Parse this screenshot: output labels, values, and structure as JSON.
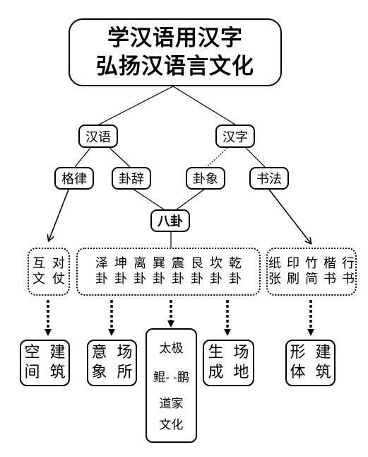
{
  "title": {
    "line1": "学汉语用汉字",
    "line2": "弘扬汉语言文化"
  },
  "level1": {
    "left": "汉语",
    "right": "汉字"
  },
  "level2": {
    "a": "格律",
    "b": "卦辞",
    "c": "卦象",
    "d": "书法"
  },
  "center": "八卦",
  "group_left": {
    "col1": [
      "互",
      "文"
    ],
    "col2": [
      "对",
      "仗"
    ]
  },
  "group_mid": [
    [
      "泽",
      "卦"
    ],
    [
      "坤",
      "卦"
    ],
    [
      "离",
      "卦"
    ],
    [
      "巽",
      "卦"
    ],
    [
      "震",
      "卦"
    ],
    [
      "艮",
      "卦"
    ],
    [
      "坎",
      "卦"
    ],
    [
      "乾",
      "卦"
    ]
  ],
  "group_right": [
    [
      "纸",
      "张"
    ],
    [
      "印",
      "刷"
    ],
    [
      "竹",
      "简"
    ],
    [
      "楷",
      "书"
    ],
    [
      "行",
      "书"
    ]
  ],
  "bottom": {
    "b1": {
      "col1": [
        "空",
        "间"
      ],
      "col2": [
        "建",
        "筑"
      ]
    },
    "b2": {
      "col1": [
        "意",
        "象"
      ],
      "col2": [
        "场",
        "所"
      ]
    },
    "b3": {
      "line1": "太极",
      "line2": "鲲- -鹏",
      "line3": "道家",
      "line4": "文化"
    },
    "b4": {
      "col1": [
        "生",
        "成"
      ],
      "col2": [
        "场",
        "地"
      ]
    },
    "b5": {
      "col1": [
        "形",
        "体"
      ],
      "col2": [
        "建",
        "筑"
      ]
    }
  }
}
